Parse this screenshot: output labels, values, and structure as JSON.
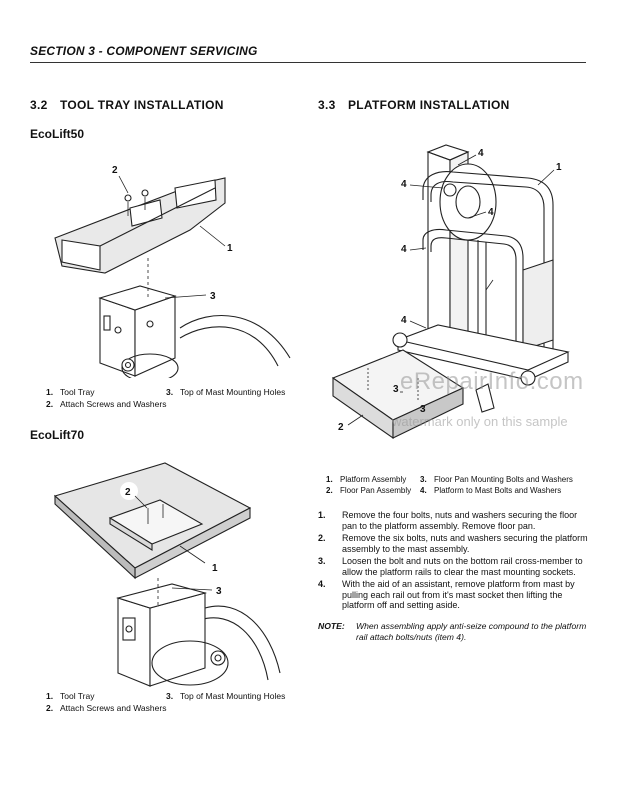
{
  "header": {
    "section": "SECTION 3 - COMPONENT SERVICING"
  },
  "tool_tray": {
    "number": "3.2",
    "title": "TOOL TRAY INSTALLATION",
    "ecolift50": {
      "model": "EcoLift50",
      "callouts": [
        "1",
        "2",
        "3"
      ],
      "legend": [
        {
          "n": "1.",
          "text": "Tool Tray"
        },
        {
          "n": "2.",
          "text": "Attach Screws and Washers"
        },
        {
          "n": "3.",
          "text": "Top of Mast Mounting Holes"
        }
      ]
    },
    "ecolift70": {
      "model": "EcoLift70",
      "callouts": [
        "1",
        "2",
        "3"
      ],
      "legend": [
        {
          "n": "1.",
          "text": "Tool Tray"
        },
        {
          "n": "2.",
          "text": "Attach Screws and Washers"
        },
        {
          "n": "3.",
          "text": "Top of Mast Mounting Holes"
        }
      ]
    }
  },
  "platform": {
    "number": "3.3",
    "title": "PLATFORM INSTALLATION",
    "callouts": [
      "1",
      "2",
      "3",
      "3",
      "4",
      "4",
      "4",
      "4",
      "4"
    ],
    "legend": [
      {
        "n": "1.",
        "text": "Platform Assembly"
      },
      {
        "n": "2.",
        "text": "Floor Pan Assembly"
      },
      {
        "n": "3.",
        "text": "Floor Pan Mounting Bolts and Washers"
      },
      {
        "n": "4.",
        "text": "Platform to Mast Bolts and Washers"
      }
    ],
    "steps": [
      {
        "n": "1.",
        "text": "Remove the four bolts, nuts and washers securing the floor pan to the platform assembly. Remove floor pan."
      },
      {
        "n": "2.",
        "text": "Remove the six bolts, nuts and washers securing the platform assembly to the mast assembly."
      },
      {
        "n": "3.",
        "text": "Loosen the bolt and nuts on the bottom rail cross-member to allow the platform rails to clear the mast mounting sockets."
      },
      {
        "n": "4.",
        "text": "With the aid of an assistant, remove platform from mast by pulling each rail out from it's mast socket then lifting the platform off and setting aside."
      }
    ],
    "note_label": "NOTE:",
    "note_text": "When assembling apply anti-seize compound to the platform rail attach bolts/nuts (item 4)."
  },
  "watermark": {
    "main": "eRepairInfo.com",
    "sub": "watermark only on this sample"
  }
}
